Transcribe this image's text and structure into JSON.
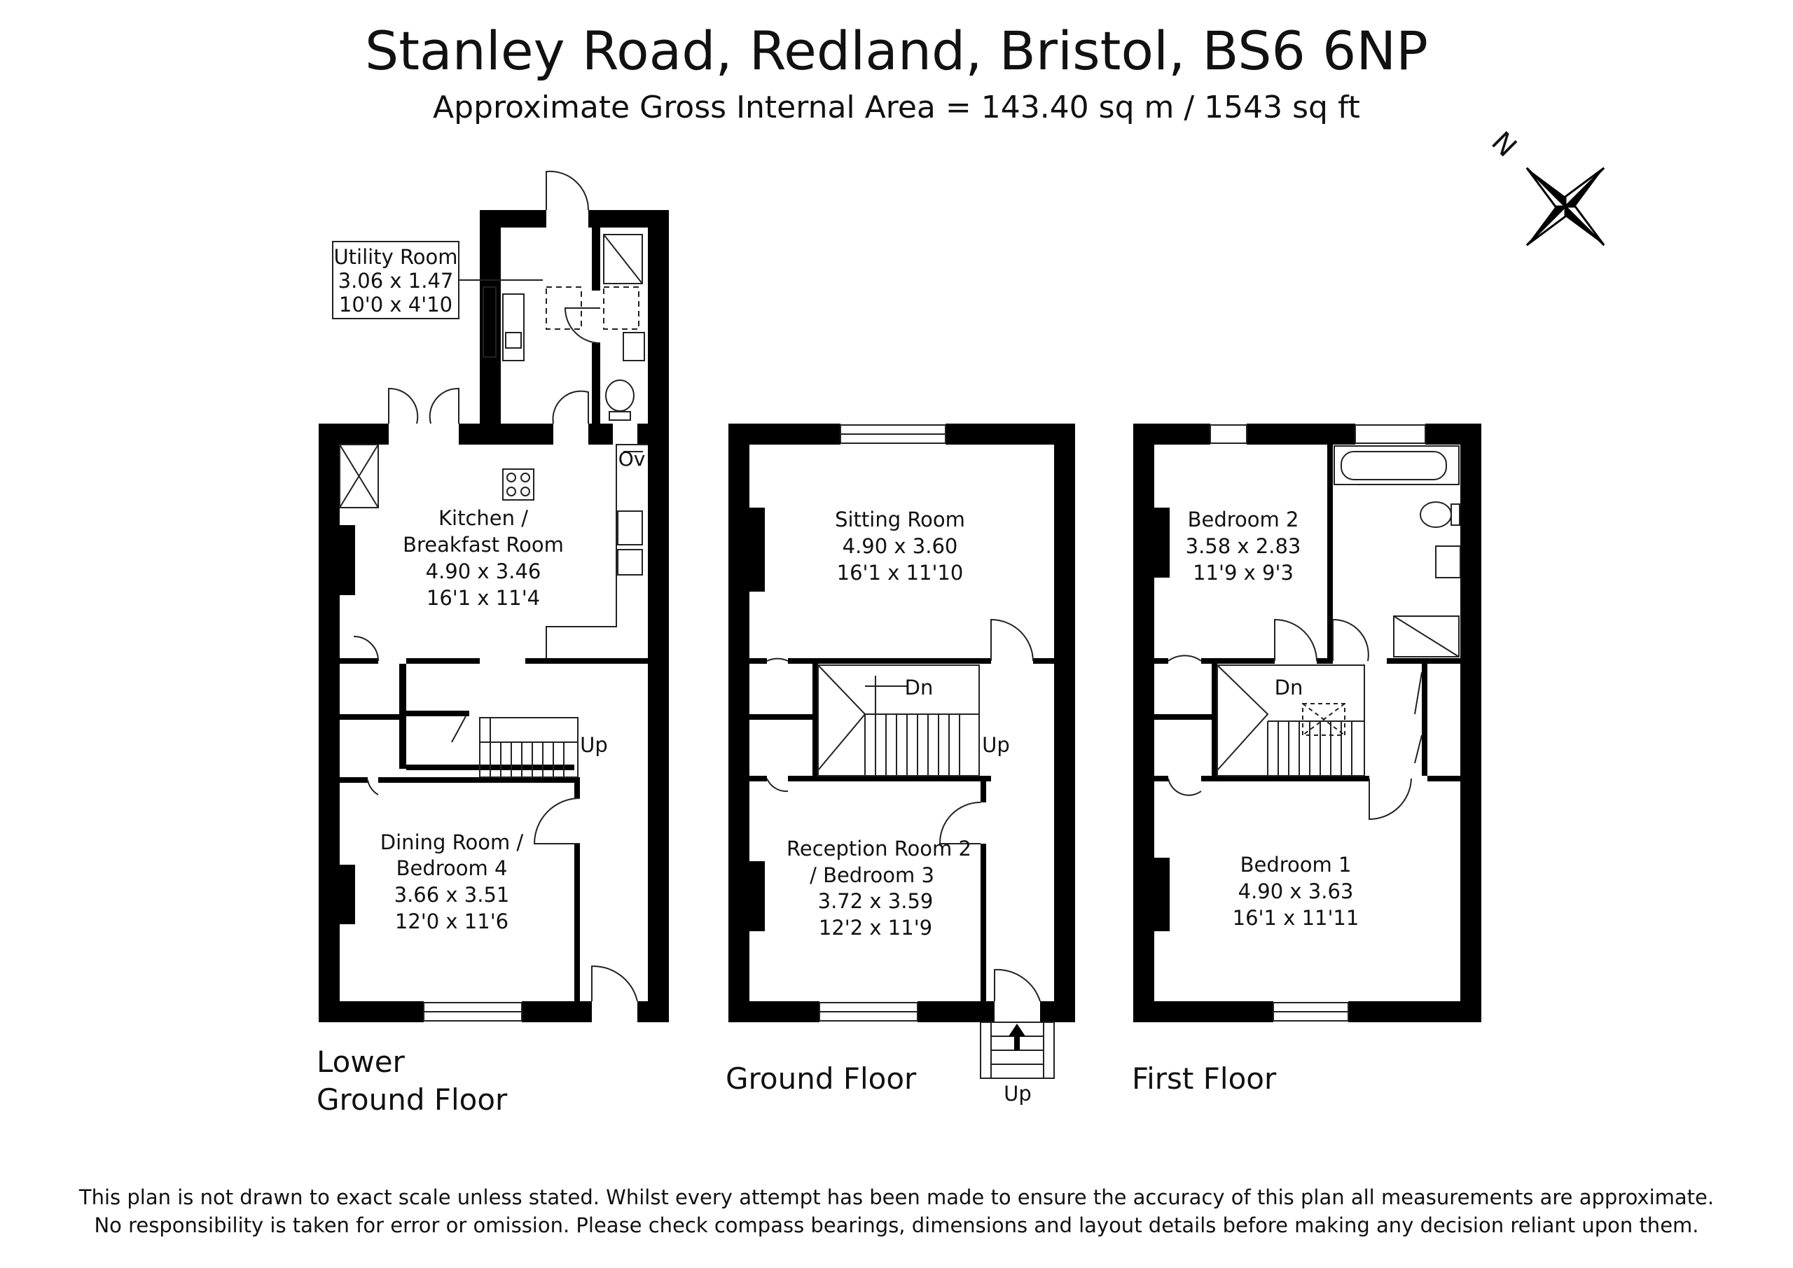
{
  "title": "Stanley Road, Redland, Bristol, BS6 6NP",
  "subtitle": "Approximate Gross Internal Area = 143.40 sq m / 1543 sq ft",
  "compass": {
    "label": "N"
  },
  "floors": {
    "lower": {
      "name_line1": "Lower",
      "name_line2": "Ground Floor",
      "utility": {
        "name": "Utility Room",
        "metric": "3.06 x 1.47",
        "imperial": "10'0 x 4'10"
      },
      "kitchen": {
        "name_line1": "Kitchen /",
        "name_line2": "Breakfast Room",
        "metric": "4.90 x 3.46",
        "imperial": "16'1 x 11'4",
        "oven_label": "Ov"
      },
      "dining": {
        "name_line1": "Dining Room /",
        "name_line2": "Bedroom 4",
        "metric": "3.66 x 3.51",
        "imperial": "12'0 x 11'6"
      },
      "stairs_label": "Up"
    },
    "ground": {
      "name": "Ground Floor",
      "sitting": {
        "name": "Sitting Room",
        "metric": "4.90 x 3.60",
        "imperial": "16'1 x 11'10"
      },
      "reception": {
        "name_line1": "Reception Room 2",
        "name_line2": "/  Bedroom 3",
        "metric": "3.72 x 3.59",
        "imperial": "12'2 x 11'9"
      },
      "stairs_down": "Dn",
      "stairs_up": "Up",
      "entrance_up": "Up"
    },
    "first": {
      "name": "First Floor",
      "bedroom2": {
        "name": "Bedroom 2",
        "metric": "3.58 x 2.83",
        "imperial": "11'9 x 9'3"
      },
      "bedroom1": {
        "name": "Bedroom 1",
        "metric": "4.90 x 3.63",
        "imperial": "16'1 x 11'11"
      },
      "stairs_down": "Dn"
    }
  },
  "disclaimer": {
    "line1": "This plan is not drawn to exact scale unless stated.  Whilst every attempt has been made to ensure the accuracy of this plan all measurements are approximate.",
    "line2": "No responsibility is taken for error or omission.  Please check compass bearings, dimensions and layout details before making any decision reliant upon them."
  },
  "colors": {
    "wall": "#000000",
    "line": "#222222",
    "background": "#ffffff"
  }
}
